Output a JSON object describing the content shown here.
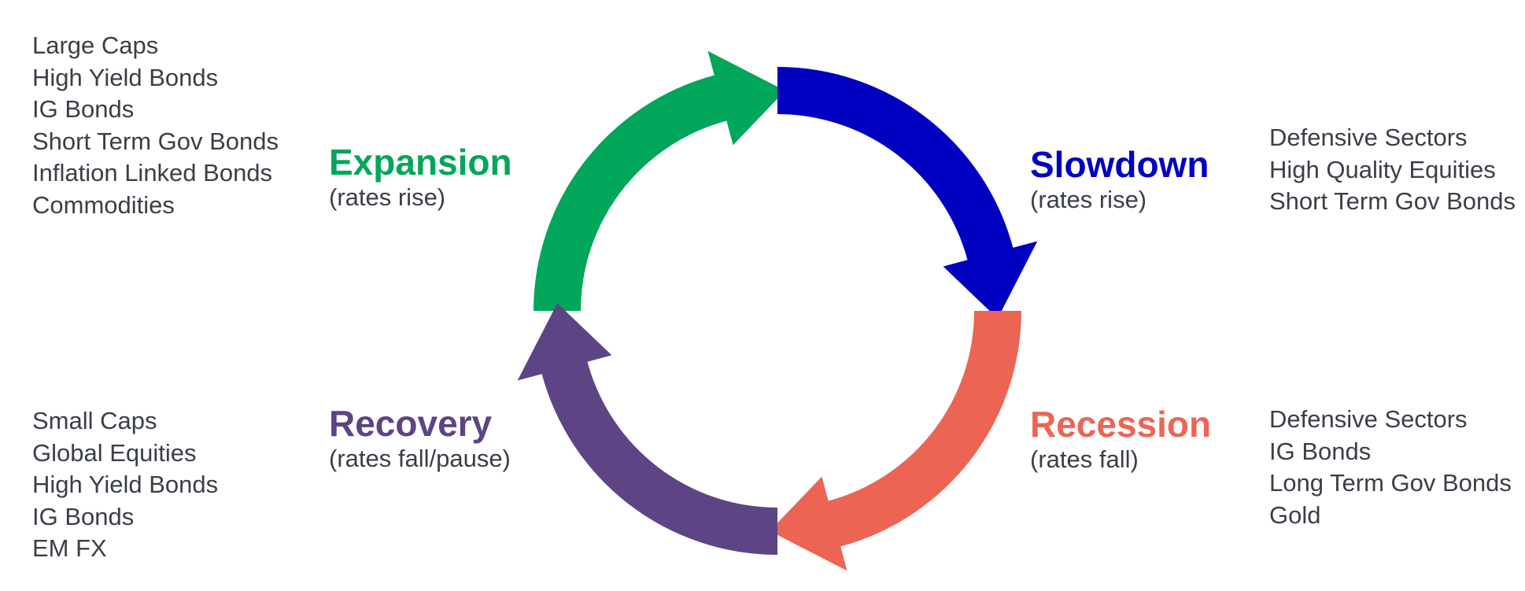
{
  "colors": {
    "expansion": "#00a65a",
    "slowdown": "#0000c0",
    "recession": "#ec6554",
    "recovery": "#5e4485",
    "list_text": "#3a3f47"
  },
  "phases": {
    "expansion": {
      "title": "Expansion",
      "note": "(rates rise)",
      "assets": [
        "Large Caps",
        "High Yield Bonds",
        "IG Bonds",
        "Short Term Gov Bonds",
        "Inflation Linked Bonds",
        "Commodities"
      ]
    },
    "slowdown": {
      "title": "Slowdown",
      "note": "(rates rise)",
      "assets": [
        "Defensive Sectors",
        "High Quality Equities",
        "Short Term Gov Bonds"
      ]
    },
    "recession": {
      "title": "Recession",
      "note": "(rates fall)",
      "assets": [
        "Defensive Sectors",
        "IG Bonds",
        "Long Term Gov Bonds",
        "Gold"
      ]
    },
    "recovery": {
      "title": "Recovery",
      "note": "(rates fall/pause)",
      "assets": [
        "Small Caps",
        "Global Equities",
        "High Yield Bonds",
        "IG Bonds",
        "EM FX"
      ]
    }
  }
}
